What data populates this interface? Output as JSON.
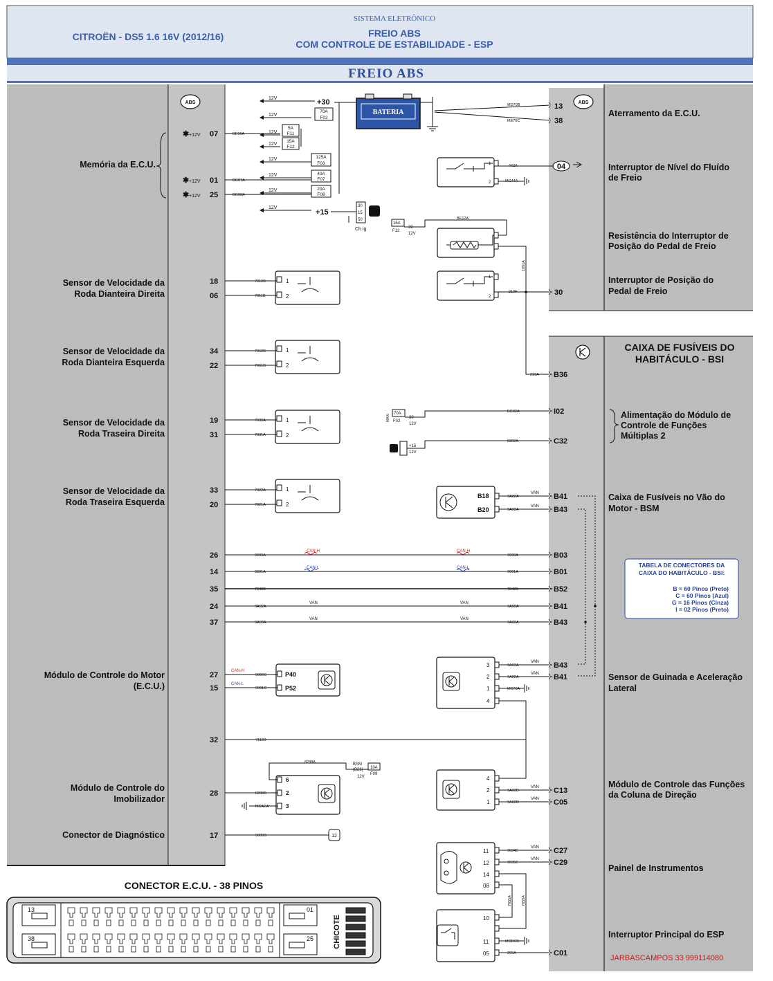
{
  "header": {
    "system_label": "SISTEMA ELETRÔNICO",
    "vehicle": "CITROËN - DS5 1.6 16V (2012/16)",
    "title_line1": "FREIO ABS",
    "title_line2": "COM CONTROLE DE ESTABILIDADE - ESP",
    "band_title": "FREIO ABS"
  },
  "colors": {
    "header_bg": "#dfe6f2",
    "band_blue": "#4f74b8",
    "panel_gray": "#bcbcbc",
    "battery_blue": "#2c55a8",
    "can_h": "#d01a1a",
    "can_l": "#2443b8"
  },
  "left_labels": {
    "memoria": "Memória da E.C.U.",
    "vdd_1": "Sensor de Velocidade da",
    "vdd_2": "Roda Dianteira Direita",
    "vde_1": "Sensor de Velocidade da",
    "vde_2": "Roda Dianteira Esquerda",
    "vtd_1": "Sensor de Velocidade da",
    "vtd_2": "Roda Traseira Direita",
    "vte_1": "Sensor de Velocidade da",
    "vte_2": "Roda Traseira Esquerda",
    "motor_1": "Módulo de Controle do Motor",
    "motor_2": "(E.C.U.)",
    "imob_1": "Módulo de Controle do",
    "imob_2": "Imobilizador",
    "diag": "Conector de Diagnóstico"
  },
  "right_labels": {
    "aterr": "Aterramento da E.C.U.",
    "nivel_1": "Interruptor de Nível do Fluído",
    "nivel_2": "de Freio",
    "resist_1": "Resistência do Interruptor de",
    "resist_2": "Posição do Pedal de Freio",
    "pos_1": "Interruptor de Posição do",
    "pos_2": "Pedal de Freio",
    "bsi_1": "CAIXA DE FUSÍVEIS DO",
    "bsi_2": "HABITÁCULO - BSI",
    "alim_1": "Alimentação do Módulo de",
    "alim_2": "Controle de Funções",
    "alim_3": "Múltiplas 2",
    "bsm_1": "Caixa de Fusíveis no Vão do",
    "bsm_2": "Motor - BSM",
    "guin_1": "Sensor de Guinada e Aceleração",
    "guin_2": "Lateral",
    "col_1": "Módulo de Controle das Funções",
    "col_2": "da Coluna de Direção",
    "painel": "Painel de Instrumentos",
    "esp": "Interruptor Principal do ESP",
    "credit": "JARBASCAMPOS 33 999114080"
  },
  "ecu_pins": {
    "p07": "07",
    "p01": "01",
    "p25": "25",
    "p18": "18",
    "p06": "06",
    "p34": "34",
    "p22": "22",
    "p19": "19",
    "p31": "31",
    "p33": "33",
    "p20": "20",
    "p26": "26",
    "p14": "14",
    "p35": "35",
    "p24": "24",
    "p37": "37",
    "p27": "27",
    "p15": "15",
    "p32": "32",
    "p28": "28",
    "p17": "17",
    "p13": "13",
    "p38": "38",
    "p04": "04",
    "p30": "30",
    "plus12": "+12V",
    "star": "✱"
  },
  "bsi_pins": {
    "b36": "B36",
    "i02": "I02",
    "c32": "C32",
    "b41a": "B41",
    "b43a": "B43",
    "b03": "B03",
    "b01": "B01",
    "b52": "B52",
    "b41b": "B41",
    "b43b": "B43",
    "b43c": "B43",
    "b41c": "B41",
    "c13": "C13",
    "c05": "C05",
    "c27": "C27",
    "c29": "C29",
    "c01": "C01"
  },
  "wires": {
    "be90a": "BE90A",
    "bg07a": "BG07A",
    "bg08a": "BG08A",
    "md70b": "MD70B",
    "me70c": "ME70C",
    "w442a": "442A",
    "mc44a": "MC44A",
    "be12a": "BE12A",
    "w1051a": "1051A",
    "w210f": "210F",
    "w210a": "210A",
    "w7012b": "7012B",
    "w7011b": "7011B",
    "w7062b": "7062B",
    "w7061b": "7061B",
    "w7032a": "7032A",
    "w7031a": "7031A",
    "w7022a": "7022A",
    "w7021a": "7021A",
    "bg02a": "BG02A",
    "w8282a": "8282A",
    "w9a02a": "9A02A",
    "w9a03a": "9A03A",
    "w9000a": "9000A",
    "w9001a": "9001A",
    "w7842b": "7842B",
    "w9000c": "9000C",
    "w9001c": "9001C",
    "w7112d": "7112D",
    "w8288a": "8288A",
    "w8280b": "8280B",
    "mcaea": "MCAEA",
    "w9009b": "9009B",
    "w9a03d": "9A03D",
    "w9a02d": "9A02D",
    "w9034e": "9034E",
    "w9035e": "9035E",
    "w7855a": "7855A",
    "w7859a": "7859A",
    "mcbcb": "MCBCB",
    "w265a": "265A",
    "mc78a": "MC78A",
    "can_h": "CAN-H",
    "can_l": "CAN-L",
    "van": "VAN"
  },
  "power": {
    "plus30": "+30",
    "plus15": "+15",
    "v12": "12V",
    "bateria": "BATERIA",
    "f02": "F02",
    "a70": "70A",
    "f11": "F11",
    "a5": "5A",
    "f12": "F12",
    "a15": "15A",
    "f03": "F03",
    "a125": "125A",
    "f07": "F07",
    "a40": "40A",
    "f08": "F08",
    "a20": "20A",
    "sw30": "30",
    "sw15": "15",
    "sw50": "50",
    "chig": "Ch ig",
    "f09": "F09",
    "a10": "10A",
    "bsm": "BSM",
    "b26": "(B26)",
    "maxi": "MAXI"
  },
  "modules": {
    "p40": "P40",
    "p52": "P52",
    "b18": "B18",
    "b20": "B20",
    "m1": "1",
    "m2": "2",
    "m3": "3",
    "m4": "4",
    "m6": "6",
    "m10": "10",
    "m11": "11",
    "m12": "12",
    "m14": "14",
    "m05": "05",
    "m08": "08",
    "c12": "12",
    "abs": "ABS"
  },
  "table": {
    "title_1": "TABELA DE CONECTORES DA",
    "title_2": "CAIXA DO HABITÁCULO - BSI:",
    "row_1": "B = 60 Pinos (Preto)",
    "row_2": "C = 60 Pinos (Azul)",
    "row_3": "G = 16 Pinos (Cinza)",
    "row_4": "I = 02 Pinos (Preto)"
  },
  "connector": {
    "title": "CONECTOR E.C.U. - 38 PINOS",
    "p13": "13",
    "p38": "38",
    "p01": "01",
    "p25": "25",
    "chicote": "CHICOTE"
  }
}
